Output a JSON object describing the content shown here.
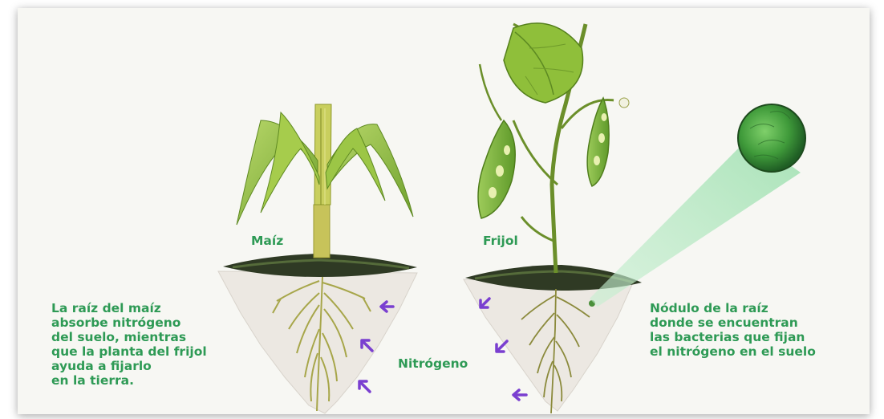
{
  "labels": {
    "maiz": "Maíz",
    "frijol": "Frijol",
    "nitrogeno": "Nitrógeno"
  },
  "texts": {
    "left": "La raíz del maíz\nabsorbe nitrógeno\ndel suelo, mientras\nque la planta del frijol\nayuda a fijarlo\nen la tierra.",
    "right": "Nódulo de la raíz\ndonde se encuentran\nlas bacterias que fijan\nel nitrógeno en el suelo"
  },
  "colors": {
    "label_green": "#2e9a55",
    "leaf_green": "#8fbf3a",
    "arrow_purple": "#7a3fd0",
    "soil_light": "#ece8e2",
    "beam_green": "#9fe0b0"
  }
}
